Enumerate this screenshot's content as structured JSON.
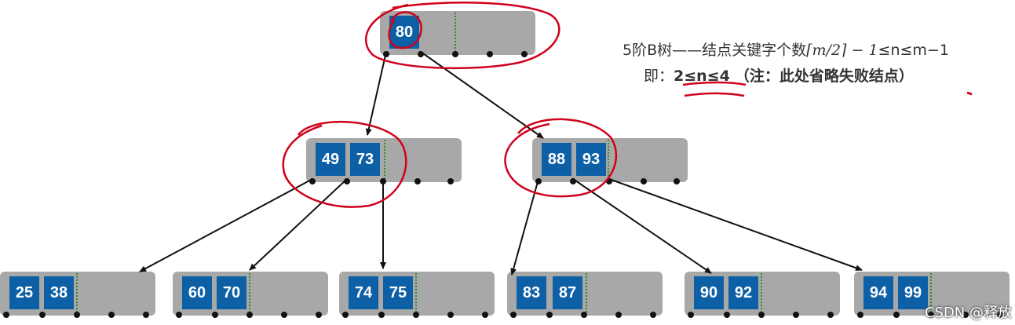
{
  "title_line": {
    "prefix": "5阶B树——结点关键字个数",
    "ceil_expr": "⌈m/2⌉ − 1",
    "suffix": "≤n≤m−1"
  },
  "range_line": {
    "prefix": "即：",
    "range": "2≤n≤4",
    "note": "（注：此处省略失败结点）"
  },
  "tree": {
    "root": {
      "keys": [
        "80"
      ]
    },
    "level1": [
      {
        "keys": [
          "49",
          "73"
        ]
      },
      {
        "keys": [
          "88",
          "93"
        ]
      }
    ],
    "leaves": [
      {
        "keys": [
          "25",
          "38"
        ]
      },
      {
        "keys": [
          "60",
          "70"
        ]
      },
      {
        "keys": [
          "74",
          "75"
        ]
      },
      {
        "keys": [
          "83",
          "87"
        ]
      },
      {
        "keys": [
          "90",
          "92"
        ]
      },
      {
        "keys": [
          "94",
          "99"
        ]
      }
    ]
  },
  "colors": {
    "node_bg": "#a8a8a8",
    "key_bg": "#0d5fa6",
    "annotation_red": "#d0021b",
    "separator_green": "#2e8b2e"
  },
  "watermark": "CSDN @释放"
}
